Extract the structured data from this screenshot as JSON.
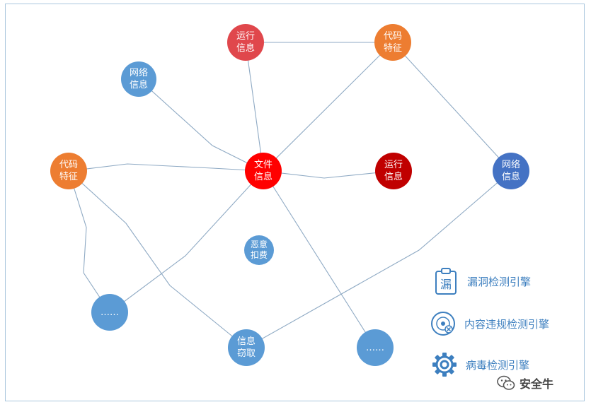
{
  "colors": {
    "blue": "#5b9bd5",
    "darkblue": "#4472c4",
    "orange": "#ed7d31",
    "red": "#ff0000",
    "rose": "#e0474c",
    "darkred": "#c00000",
    "edge": "#8faac4",
    "legend": "#3d7fbf"
  },
  "nodes": [
    {
      "id": "yunxing-top",
      "label": "运行\n信息",
      "color": "#e0474c"
    },
    {
      "id": "daima-top",
      "label": "代码\n特征",
      "color": "#ed7d31"
    },
    {
      "id": "wangluo-left",
      "label": "网络\n信息",
      "color": "#5b9bd5"
    },
    {
      "id": "daima-left",
      "label": "代码\n特征",
      "color": "#ed7d31"
    },
    {
      "id": "wenjian-center",
      "label": "文件\n信息",
      "color": "#ff0000"
    },
    {
      "id": "yunxing-right",
      "label": "运行\n信息",
      "color": "#c00000"
    },
    {
      "id": "wangluo-right",
      "label": "网络\n信息",
      "color": "#4472c4"
    },
    {
      "id": "eyi",
      "label": "恶意\n扣费",
      "color": "#5b9bd5"
    },
    {
      "id": "more-left",
      "label": "……",
      "color": "#5b9bd5"
    },
    {
      "id": "xinxi-qiequ",
      "label": "信息\n窃取",
      "color": "#5b9bd5"
    },
    {
      "id": "more-right",
      "label": "……",
      "color": "#5b9bd5"
    }
  ],
  "edges": [
    [
      "yunxing-top",
      "daima-top"
    ],
    [
      "yunxing-top",
      "wenjian-center"
    ],
    [
      "daima-top",
      "wenjian-center"
    ],
    [
      "daima-top",
      "wangluo-right"
    ],
    [
      "wangluo-left",
      "wenjian-center"
    ],
    [
      "daima-left",
      "wenjian-center"
    ],
    [
      "wenjian-center",
      "yunxing-right"
    ],
    [
      "wenjian-center",
      "more-left"
    ],
    [
      "wenjian-center",
      "more-right"
    ],
    [
      "daima-left",
      "more-left"
    ],
    [
      "daima-left",
      "xinxi-qiequ"
    ],
    [
      "wangluo-right",
      "xinxi-qiequ"
    ]
  ],
  "legend": [
    {
      "icon": "clipboard-loudong-icon",
      "label": "漏洞检测引擎",
      "glyph": "漏"
    },
    {
      "icon": "disc-scan-icon",
      "label": "内容违规检测引擎"
    },
    {
      "icon": "gear-icon",
      "label": "病毒检测引擎"
    }
  ],
  "watermark": {
    "icon": "wechat-icon",
    "label": "安全牛"
  }
}
